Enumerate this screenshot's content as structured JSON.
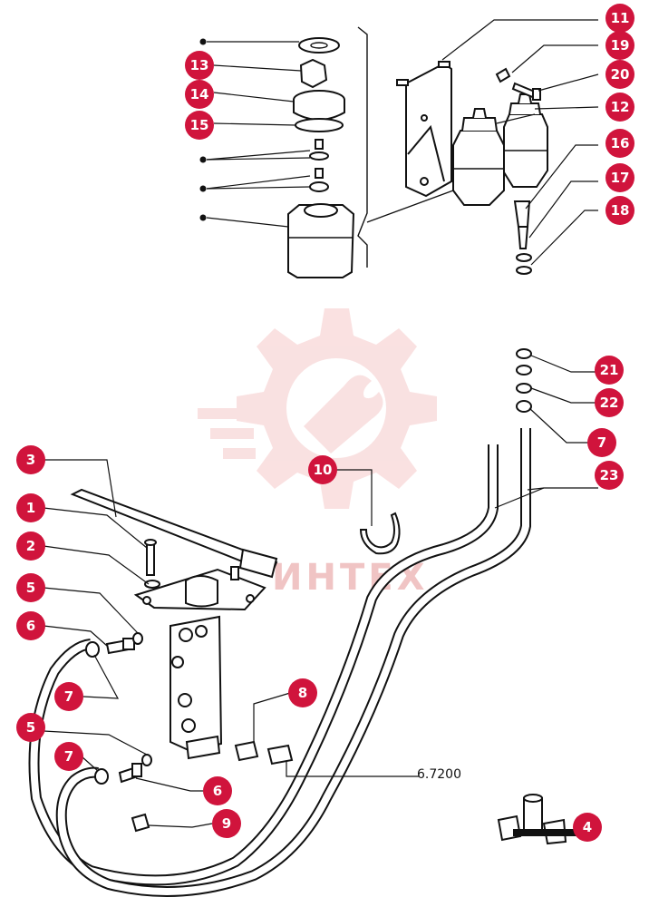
{
  "diagram": {
    "callouts": [
      "1",
      "2",
      "3",
      "4",
      "5",
      "5",
      "6",
      "6",
      "7",
      "7",
      "7",
      "8",
      "9",
      "10",
      "11",
      "12",
      "13",
      "14",
      "15",
      "16",
      "17",
      "18",
      "19",
      "20",
      "21",
      "22",
      "23"
    ],
    "reference_label": "6.7200",
    "watermark_text": "ИНТЕХ",
    "colors": {
      "callout": "#d0143c",
      "line": "#111111",
      "watermark": "#f3c7c7"
    }
  }
}
